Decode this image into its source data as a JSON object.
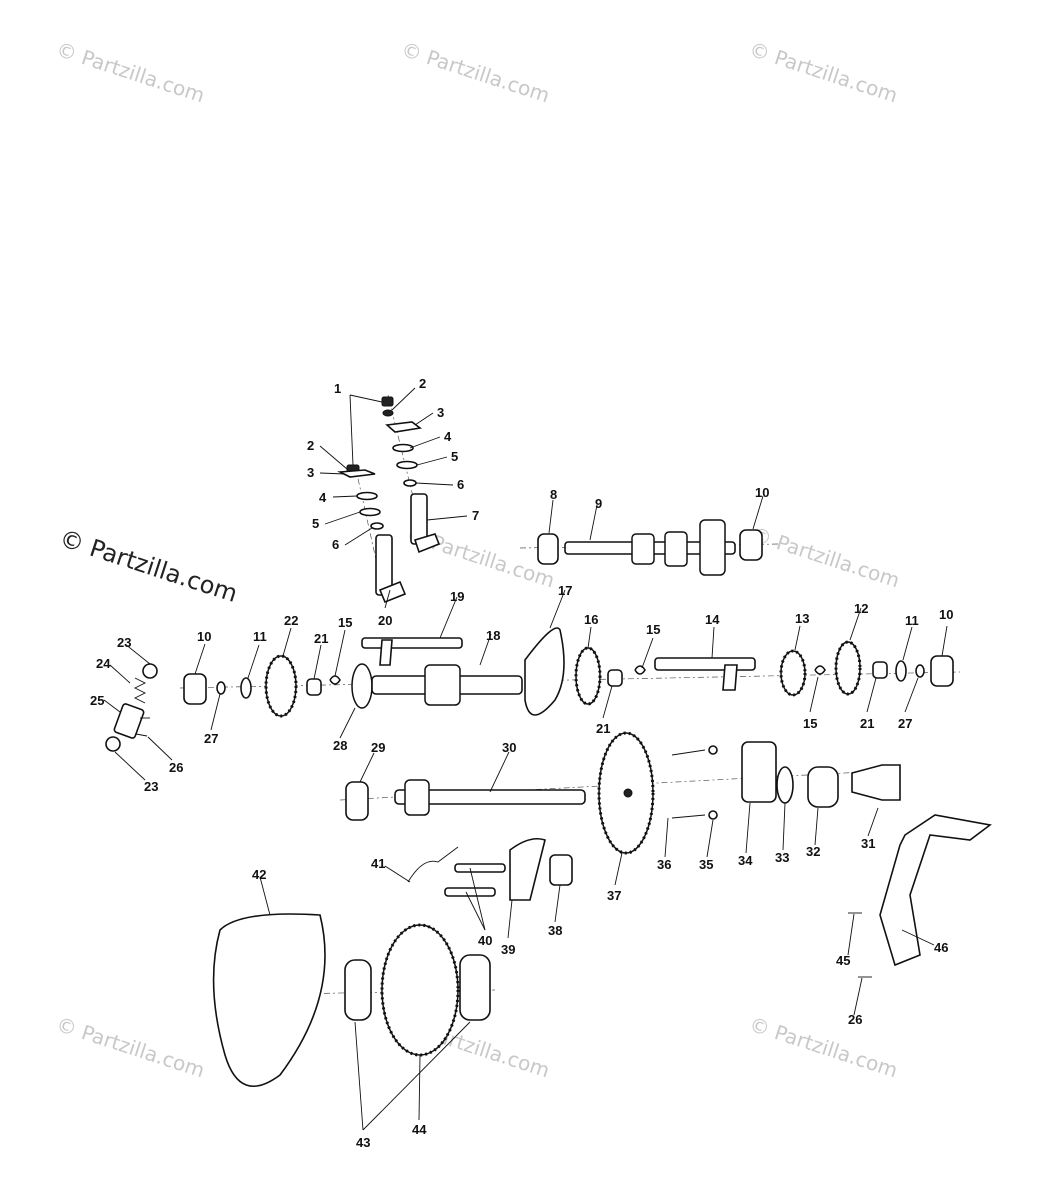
{
  "watermarks": {
    "small": "© Partzilla.com",
    "main": "© Partzilla.com"
  },
  "callouts": {
    "c1": "1",
    "c2a": "2",
    "c2b": "2",
    "c3a": "3",
    "c3b": "3",
    "c4a": "4",
    "c4b": "4",
    "c5a": "5",
    "c5b": "5",
    "c6a": "6",
    "c6b": "6",
    "c7": "7",
    "c8": "8",
    "c9": "9",
    "c10a": "10",
    "c10b": "10",
    "c10c": "10",
    "c11a": "11",
    "c11b": "11",
    "c12": "12",
    "c13": "13",
    "c14": "14",
    "c15a": "15",
    "c15b": "15",
    "c15c": "15",
    "c16": "16",
    "c17": "17",
    "c18": "18",
    "c19": "19",
    "c20": "20",
    "c21a": "21",
    "c21b": "21",
    "c21c": "21",
    "c22": "22",
    "c23a": "23",
    "c23b": "23",
    "c24": "24",
    "c25": "25",
    "c26a": "26",
    "c26b": "26",
    "c27a": "27",
    "c27b": "27",
    "c28": "28",
    "c29": "29",
    "c30": "30",
    "c31": "31",
    "c32": "32",
    "c33": "33",
    "c34": "34",
    "c35": "35",
    "c36": "36",
    "c37": "37",
    "c38": "38",
    "c39": "39",
    "c40": "40",
    "c41": "41",
    "c42": "42",
    "c43": "43",
    "c44": "44",
    "c45": "45",
    "c46": "46"
  }
}
